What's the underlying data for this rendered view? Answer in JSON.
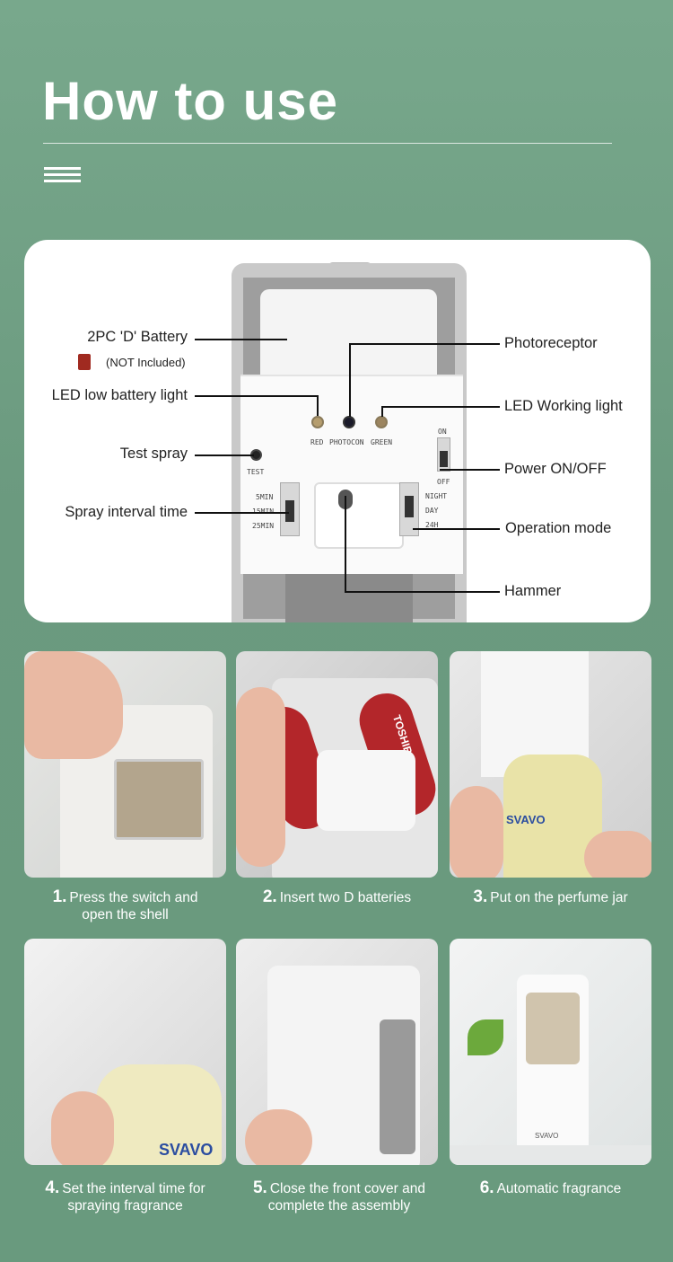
{
  "header": {
    "title": "How to use"
  },
  "diagram": {
    "labels": {
      "battery": "2PC 'D' Battery",
      "battery_note": "(NOT Included)",
      "led_low": "LED low battery light",
      "test_spray": "Test spray",
      "spray_interval": "Spray interval time",
      "photoreceptor": "Photoreceptor",
      "led_working": "LED Working light",
      "power": "Power ON/OFF",
      "operation_mode": "Operation mode",
      "hammer": "Hammer"
    },
    "device_text": {
      "red": "RED",
      "photocon": "PHOTOCON",
      "green": "GREEN",
      "test": "TEST",
      "on": "ON",
      "off": "OFF",
      "min5": "5MIN",
      "min15": "15MIN",
      "min25": "25MIN",
      "night": "NIGHT",
      "day": "DAY",
      "h24": "24H"
    }
  },
  "steps": [
    {
      "num": "1.",
      "text": "Press the switch and",
      "text2": "open the shell"
    },
    {
      "num": "2.",
      "text": "Insert two D batteries"
    },
    {
      "num": "3.",
      "text": "Put on the perfume jar"
    },
    {
      "num": "4.",
      "text": "Set the interval time for",
      "text2": "spraying fragrance"
    },
    {
      "num": "5.",
      "text": "Close the front cover and",
      "text2": "complete the assembly"
    },
    {
      "num": "6.",
      "text": "Automatic fragrance"
    }
  ],
  "photo_text": {
    "brand": "SVAVO",
    "battery_brand": "TOSHIBA"
  },
  "colors": {
    "background": "#6b9a7f",
    "card": "#ffffff",
    "led_red": "#a08a60",
    "led_photo": "#1a1a2a"
  }
}
